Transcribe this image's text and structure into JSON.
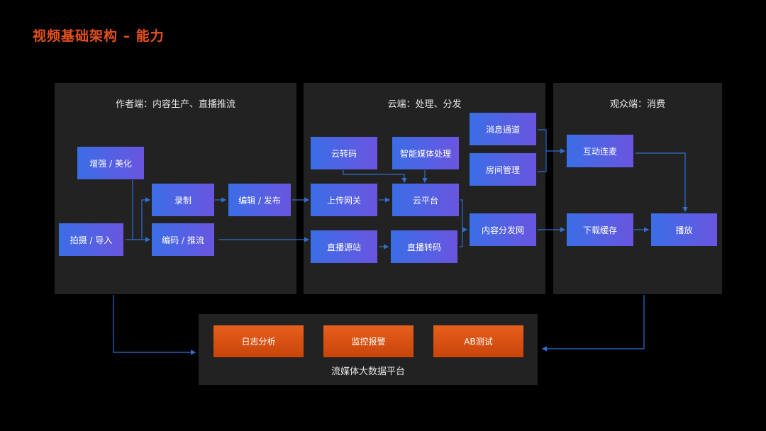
{
  "title": "视频基础架构 – 能力",
  "panels": {
    "author": "作者端：内容生产、直播推流",
    "cloud": "云端：处理、分发",
    "viewer": "观众端：消费"
  },
  "author_nodes": {
    "enhance": "增强 / 美化",
    "record": "录制",
    "edit": "编辑 / 发布",
    "capture": "拍摄 / 导入",
    "encode": "编码 / 推流"
  },
  "cloud_nodes": {
    "transcode": "云转码",
    "smart": "智能媒体处理",
    "upload": "上传网关",
    "platform": "云平台",
    "live_source": "直播源站",
    "live_transcode": "直播转码",
    "message": "消息通道",
    "room": "房间管理",
    "cdn": "内容分发网"
  },
  "viewer_nodes": {
    "interact": "互动连麦",
    "download": "下载缓存",
    "play": "播放"
  },
  "platform_nodes": {
    "log": "日志分析",
    "monitor": "监控报警",
    "ab": "AB测试"
  },
  "platform_label": "流媒体大数据平台",
  "colors": {
    "title": "#e8501e",
    "node_start": "#3b6ee6",
    "node_end": "#6a55e0",
    "orange_node": "#d9501a",
    "arrow": "#2f6fd0",
    "panel": "#222222"
  }
}
